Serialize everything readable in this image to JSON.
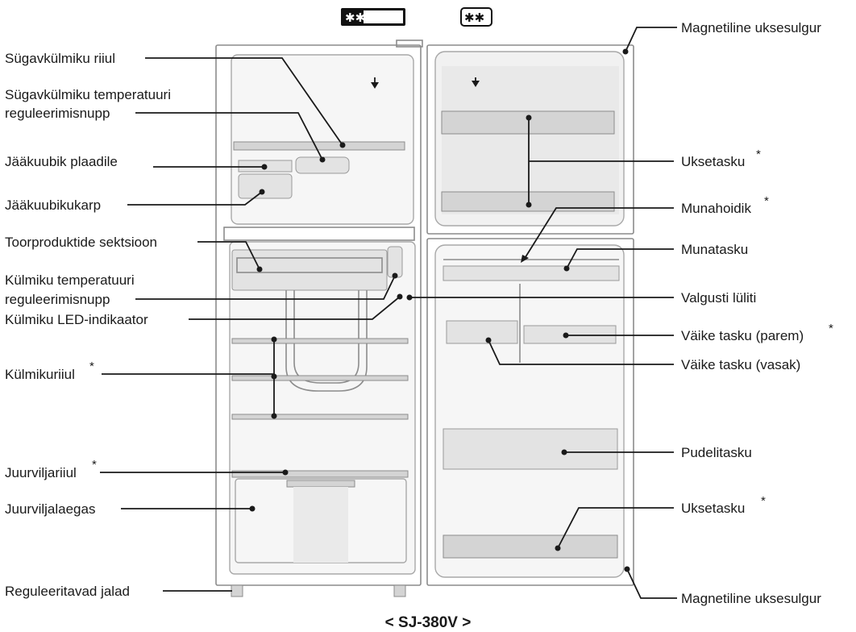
{
  "badges": {
    "freezer": "✱✱✱✱",
    "door_shelf_top": "✱✱"
  },
  "labels_left": {
    "freezer_shelf": "Sügavkülmiku riiul",
    "freezer_temp_line1": "Sügavkülmiku temperatuuri",
    "freezer_temp_line2": "reguleerimisnupp",
    "ice_tray": "Jääkuubik plaadile",
    "ice_box": "Jääkuubikukarp",
    "fresh_section": "Toorproduktide sektsioon",
    "fridge_temp_line1": "Külmiku temperatuuri",
    "fridge_temp_line2": "reguleerimisnupp",
    "led_indicator": "Külmiku LED-indikaator",
    "fridge_shelf": "Külmikuriiul",
    "veg_shelf": "Juurviljariiul",
    "veg_box": "Juurviljalaegas",
    "feet": "Reguleeritavad jalad"
  },
  "labels_right": {
    "magnet_top": "Magnetiline uksesulgur",
    "door_pocket_top": "Uksetasku",
    "egg_holder": "Munahoidik",
    "egg_pocket": "Munatasku",
    "light_switch": "Valgusti lüliti",
    "small_pocket_right": "Väike tasku (parem)",
    "small_pocket_left": "Väike tasku (vasak)",
    "bottle_pocket": "Pudelitasku",
    "door_pocket_bottom": "Uksetasku",
    "magnet_bottom": "Magnetiline uksesulgur"
  },
  "asterisk": "*",
  "model": "< SJ-380V >"
}
